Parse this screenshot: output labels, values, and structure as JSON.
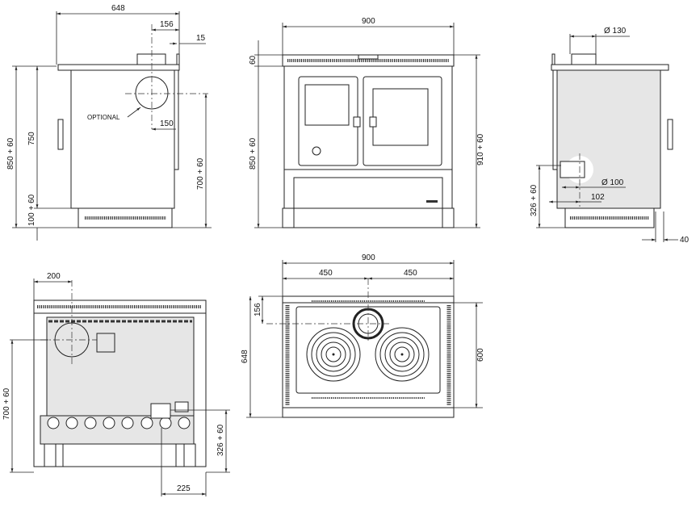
{
  "title": "Cooker stove dimensional drawing",
  "side_view_left": {
    "width": "648",
    "flue_offset": "156",
    "back_gap": "15",
    "total_height": "850 + 60",
    "body_height": "750",
    "plinth_height": "100 + 60",
    "optional_outlet_height": "700 + 60",
    "optional_outlet_offset": "150",
    "optional_label": "OPTIONAL"
  },
  "front_view": {
    "width": "900",
    "top_rail": "60",
    "height": "850 + 60",
    "height_with_rail": "910 + 60"
  },
  "side_view_right": {
    "flue_diameter": "Ø 130",
    "air_inlet_diameter": "Ø 100",
    "air_inlet_offset": "102",
    "air_inlet_height": "326 + 60",
    "foot_offset": "40"
  },
  "rear_view": {
    "outlet_offset": "200",
    "outlet_height": "700 + 60",
    "air_inlet_height": "326 + 60",
    "air_inlet_offset": "225"
  },
  "top_view": {
    "width": "900",
    "half_left": "450",
    "half_right": "450",
    "flue_from_back": "156",
    "depth": "648",
    "hob_depth": "600"
  }
}
